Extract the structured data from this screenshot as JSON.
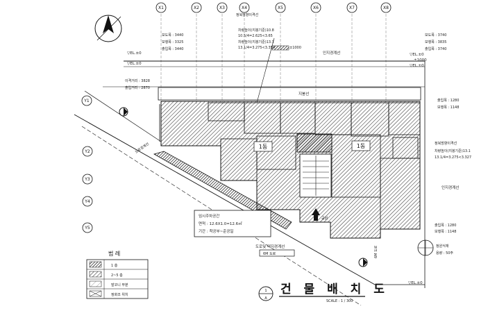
{
  "drawing": {
    "title": "건 물 배 치 도",
    "scale": "SCALE : 1 / 300",
    "sheet_mark": "1",
    "sheet_letter": "A"
  },
  "levels": {
    "left_el_top": "▽EL.±0",
    "left_el_bottom": "▽EL.±0",
    "right_el_top": "▽EL.±0",
    "right_el_mid": "±1000",
    "right_el_low": "▽EL.±0",
    "right_el_bottom": "▽EL.±0",
    "center_el": "±1000"
  },
  "notes": {
    "top_center": [
      "정북방향이격선",
      "차량높이(지붕기준)10.8",
      "10.5/4=2.625<3.65",
      "차량높이(지붕기준)13.1",
      "13.1/4=3.275<3.354"
    ],
    "top_left": [
      "보도폭 : 3440",
      "보행폭 : 3325",
      "출입폭 : 3440"
    ],
    "top_right": [
      "보도폭 : 3740",
      "보행폭 : 3835",
      "출입폭 : 3740"
    ],
    "left_mid": [
      "이격거리 : 3828",
      "출입거리 : 2870"
    ],
    "right_mid": [
      "출입폭 : 1280",
      "보행폭 : 1148"
    ],
    "right_lower": [
      "정북방향이격선",
      "차량높이(지붕기준)13.1",
      "13.1/4=3.275<3.327"
    ],
    "right_bottom": [
      "출입폭 : 1280",
      "보행폭 : 1148"
    ],
    "boundary_top": "인지경계선",
    "boundary_right": "인지경계선",
    "boundary_center": "지붕선",
    "bldg_a": "1동",
    "bldg_b": "1동",
    "center_box": "공원",
    "parking_title": "임시주차공간",
    "parking_line1": "면적 : 12.6X1.0=12.6㎡",
    "parking_line2": "기간 : 착공부~준공일",
    "road_note": "도로및 대지경계선",
    "road_tag": "6M  도로",
    "tree_note1": "정원식재",
    "tree_note2": "용량 : 50주",
    "road_vertical": "6M 도로",
    "road_diag": "도로경계선"
  },
  "grid_bubbles": [
    "X1",
    "X2",
    "X3",
    "X4",
    "X5",
    "X6",
    "X7",
    "X8"
  ],
  "side_bubbles": [
    "Y1",
    "Y2",
    "Y3",
    "Y4",
    "Y5"
  ],
  "legend": {
    "title": "범 례",
    "items": [
      {
        "label": "1  층"
      },
      {
        "label": "2~5  층"
      },
      {
        "label": "발코니  부분"
      },
      {
        "label": "정화조  위치"
      }
    ]
  }
}
